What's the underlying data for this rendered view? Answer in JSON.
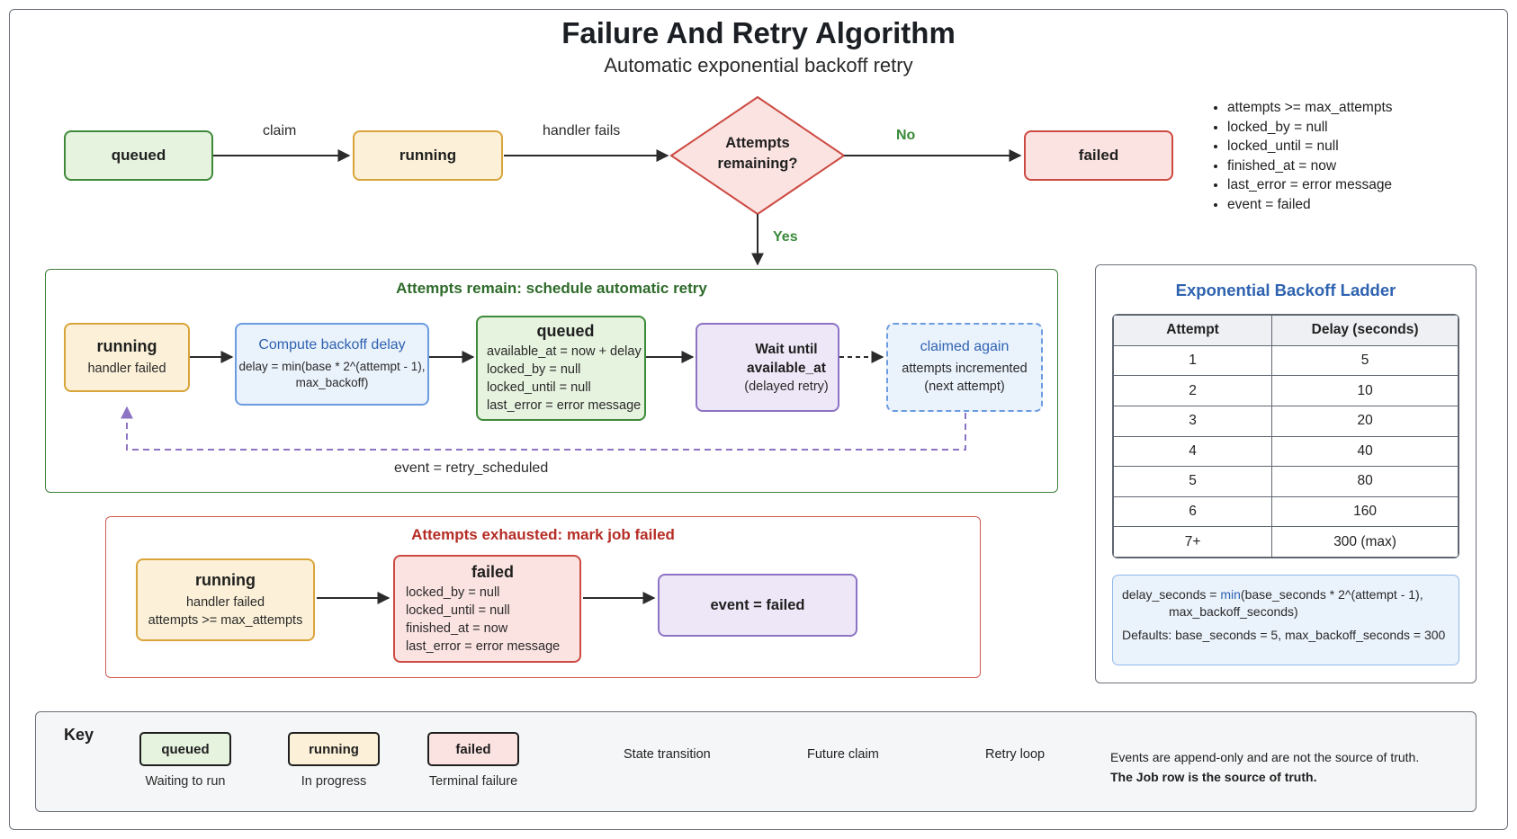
{
  "title": "Failure And Retry Algorithm",
  "subtitle": "Automatic exponential backoff retry",
  "top_flow": {
    "queued": "queued",
    "claim_label": "claim",
    "running": "running",
    "handler_fails_label": "handler fails",
    "decision_line1": "Attempts",
    "decision_line2": "remaining?",
    "no_label": "No",
    "yes_label": "Yes",
    "failed": "failed",
    "failed_effects": [
      "attempts >= max_attempts",
      "locked_by = null",
      "locked_until = null",
      "finished_at = now",
      "last_error = error message",
      "event = failed"
    ]
  },
  "retry_panel": {
    "title": "Attempts remain: schedule automatic retry",
    "running_title": "running",
    "running_sub": "handler failed",
    "compute_title": "Compute backoff delay",
    "compute_line1": "delay = min(base * 2^(attempt - 1),",
    "compute_line2": "max_backoff)",
    "queued_title": "queued",
    "queued_lines": [
      "available_at = now + delay",
      "locked_by = null",
      "locked_until = null",
      "last_error = error message"
    ],
    "wait_line1": "Wait until",
    "wait_line2": "available_at",
    "wait_line3": "(delayed retry)",
    "claimed_title": "claimed again",
    "claimed_line1": "attempts incremented",
    "claimed_line2": "(next attempt)",
    "loop_label": "event = retry_scheduled"
  },
  "exhausted_panel": {
    "title": "Attempts exhausted: mark job failed",
    "running_title": "running",
    "running_line1": "handler failed",
    "running_line2": "attempts >= max_attempts",
    "failed_title": "failed",
    "failed_lines": [
      "locked_by = null",
      "locked_until = null",
      "finished_at = now",
      "last_error = error message"
    ],
    "event_label": "event = failed"
  },
  "ladder": {
    "title": "Exponential Backoff Ladder",
    "headers": [
      "Attempt",
      "Delay (seconds)"
    ],
    "rows": [
      [
        "1",
        "5"
      ],
      [
        "2",
        "10"
      ],
      [
        "3",
        "20"
      ],
      [
        "4",
        "40"
      ],
      [
        "5",
        "80"
      ],
      [
        "6",
        "160"
      ],
      [
        "7+",
        "300 (max)"
      ]
    ],
    "formula_prefix": "delay_seconds = ",
    "formula_fn": "min",
    "formula_rest": "(base_seconds * 2^(attempt - 1),",
    "formula_line2": "max_backoff_seconds)",
    "defaults": "Defaults: base_seconds = 5, max_backoff_seconds = 300"
  },
  "key": {
    "title": "Key",
    "chips": [
      {
        "label": "queued",
        "caption": "Waiting to run"
      },
      {
        "label": "running",
        "caption": "In progress"
      },
      {
        "label": "failed",
        "caption": "Terminal failure"
      }
    ],
    "state_transition": "State transition",
    "future_claim": "Future claim",
    "retry_loop": "Retry loop",
    "note_line1": "Events are append-only and are not the source of truth.",
    "note_line2": "The Job row is the source of truth."
  },
  "colors": {
    "green_border": "#3f8a3a",
    "yellow_border": "#d9a43a",
    "red_border": "#cc4a42",
    "blue_border": "#6b9be0",
    "purple_border": "#8d73c4",
    "arrow": "#2b2b2b"
  }
}
